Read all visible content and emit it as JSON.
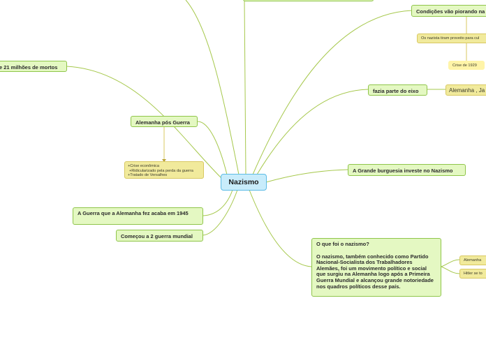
{
  "central": "Nazismo",
  "branches": {
    "mortos": "e 21 milhões de mortos",
    "condicoes": "Condições vão piorando na",
    "nazistas_proveito": "Os nazista tiram proveito para cul",
    "crise_1929": "Crise de 1929",
    "eixo": "fazia parte do eixo",
    "eixo_paises": "Alemanha , Ja",
    "pos_guerra": "Alemanha pós Guerra",
    "pos_guerra_note": [
      "+Crise econômica",
      "+Ridicularizado pela perda da guerra",
      "+Tratado de Versalhes"
    ],
    "burguesia": "A Grande burguesia investe no Nazismo",
    "fim_guerra": "A Guerra que a Alemanha fez acaba em 1945",
    "segunda_guerra": "Começou a 2 guerra mundial",
    "definicao_title": "O que foi o nazismo?",
    "definicao_body": "O nazismo, também conhecido como Partido Nacional-Socialista dos Trabalhadores Alemães, foi um movimento político e social que surgiu na Alemanha logo após a Primeira Guerra Mundial e alcançou grande notoriedade nos quadros políticos desse país.",
    "alemanha_sub": "Alemanha",
    "hitler_sub": "Hitler se to"
  },
  "colors": {
    "branch_fill": "#e4f8c2",
    "branch_border": "#8fc54a",
    "link": "#a6c84c",
    "central_fill": "#c8ecfb",
    "central_border": "#5bbbe6",
    "note_fill": "#f1ea9c"
  }
}
